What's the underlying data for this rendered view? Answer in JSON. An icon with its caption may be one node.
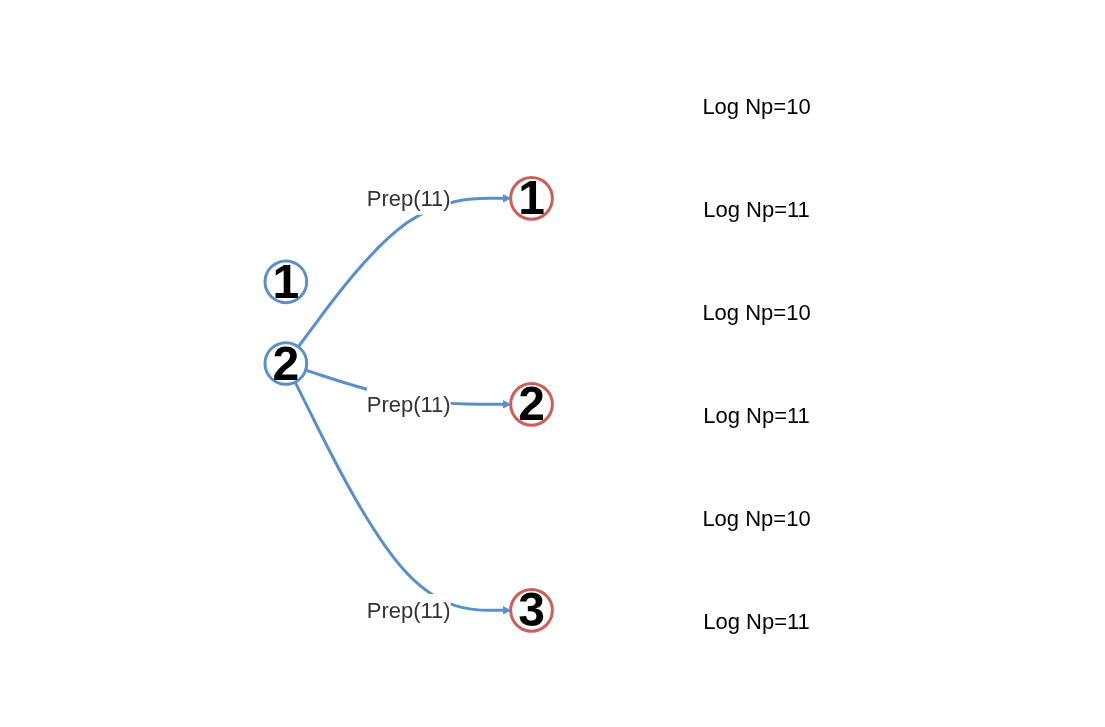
{
  "diagram": {
    "nodes": [
      {
        "text": [
          "1"
        ]
      },
      {
        "text": [
          "2"
        ]
      },
      {
        "text": [
          "1"
        ],
        "beside": [
          "Log Np=10",
          "Log Np=11"
        ]
      },
      {
        "text": [
          "2"
        ],
        "beside": [
          "Log Np=10",
          "Log Np=11"
        ]
      },
      {
        "text": [
          "3"
        ],
        "beside": [
          "Log Np=10",
          "Log Np=11"
        ]
      }
    ],
    "edges": [
      {
        "from": 1,
        "to": 2,
        "arrow": "to",
        "label": "Prep(11)"
      },
      {
        "from": 1,
        "to": 3,
        "arrow": "to",
        "label": "Prep(11)"
      },
      {
        "from": 1,
        "to": 4,
        "arrow": "to",
        "label": "Prep(11)"
      }
    ]
  }
}
